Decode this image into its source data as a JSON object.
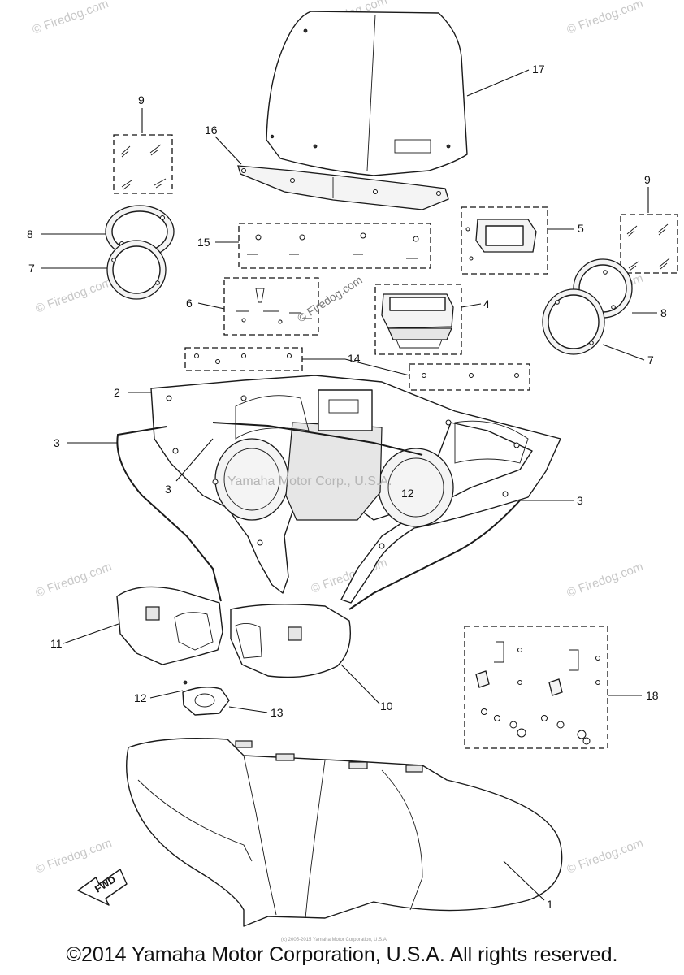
{
  "diagram": {
    "callouts": [
      {
        "id": "c17",
        "label": "17"
      },
      {
        "id": "c16",
        "label": "16"
      },
      {
        "id": "c9a",
        "label": "9"
      },
      {
        "id": "c9b",
        "label": "9"
      },
      {
        "id": "c8a",
        "label": "8"
      },
      {
        "id": "c8b",
        "label": "8"
      },
      {
        "id": "c7a",
        "label": "7"
      },
      {
        "id": "c7b",
        "label": "7"
      },
      {
        "id": "c15",
        "label": "15"
      },
      {
        "id": "c5",
        "label": "5"
      },
      {
        "id": "c6",
        "label": "6"
      },
      {
        "id": "c4",
        "label": "4"
      },
      {
        "id": "c14",
        "label": "14"
      },
      {
        "id": "c2",
        "label": "2"
      },
      {
        "id": "c3a",
        "label": "3"
      },
      {
        "id": "c3b",
        "label": "3"
      },
      {
        "id": "c3c",
        "label": "3"
      },
      {
        "id": "c12a",
        "label": "12"
      },
      {
        "id": "c11",
        "label": "11"
      },
      {
        "id": "c10",
        "label": "10"
      },
      {
        "id": "c12b",
        "label": "12"
      },
      {
        "id": "c13",
        "label": "13"
      },
      {
        "id": "c18",
        "label": "18"
      },
      {
        "id": "c1",
        "label": "1"
      }
    ],
    "fwd_label": "FWD",
    "center_watermark": "Yamaha Motor Corp., U.S.A.",
    "inline_watermark": "© Firedog.com",
    "corner_watermark": "© Firedog.com",
    "tiny_notice": "(c) 2005-2015 Yamaha Motor Corporation, U.S.A."
  },
  "footer": {
    "copyright": "©2014 Yamaha Motor Corporation, U.S.A. All rights reserved."
  }
}
